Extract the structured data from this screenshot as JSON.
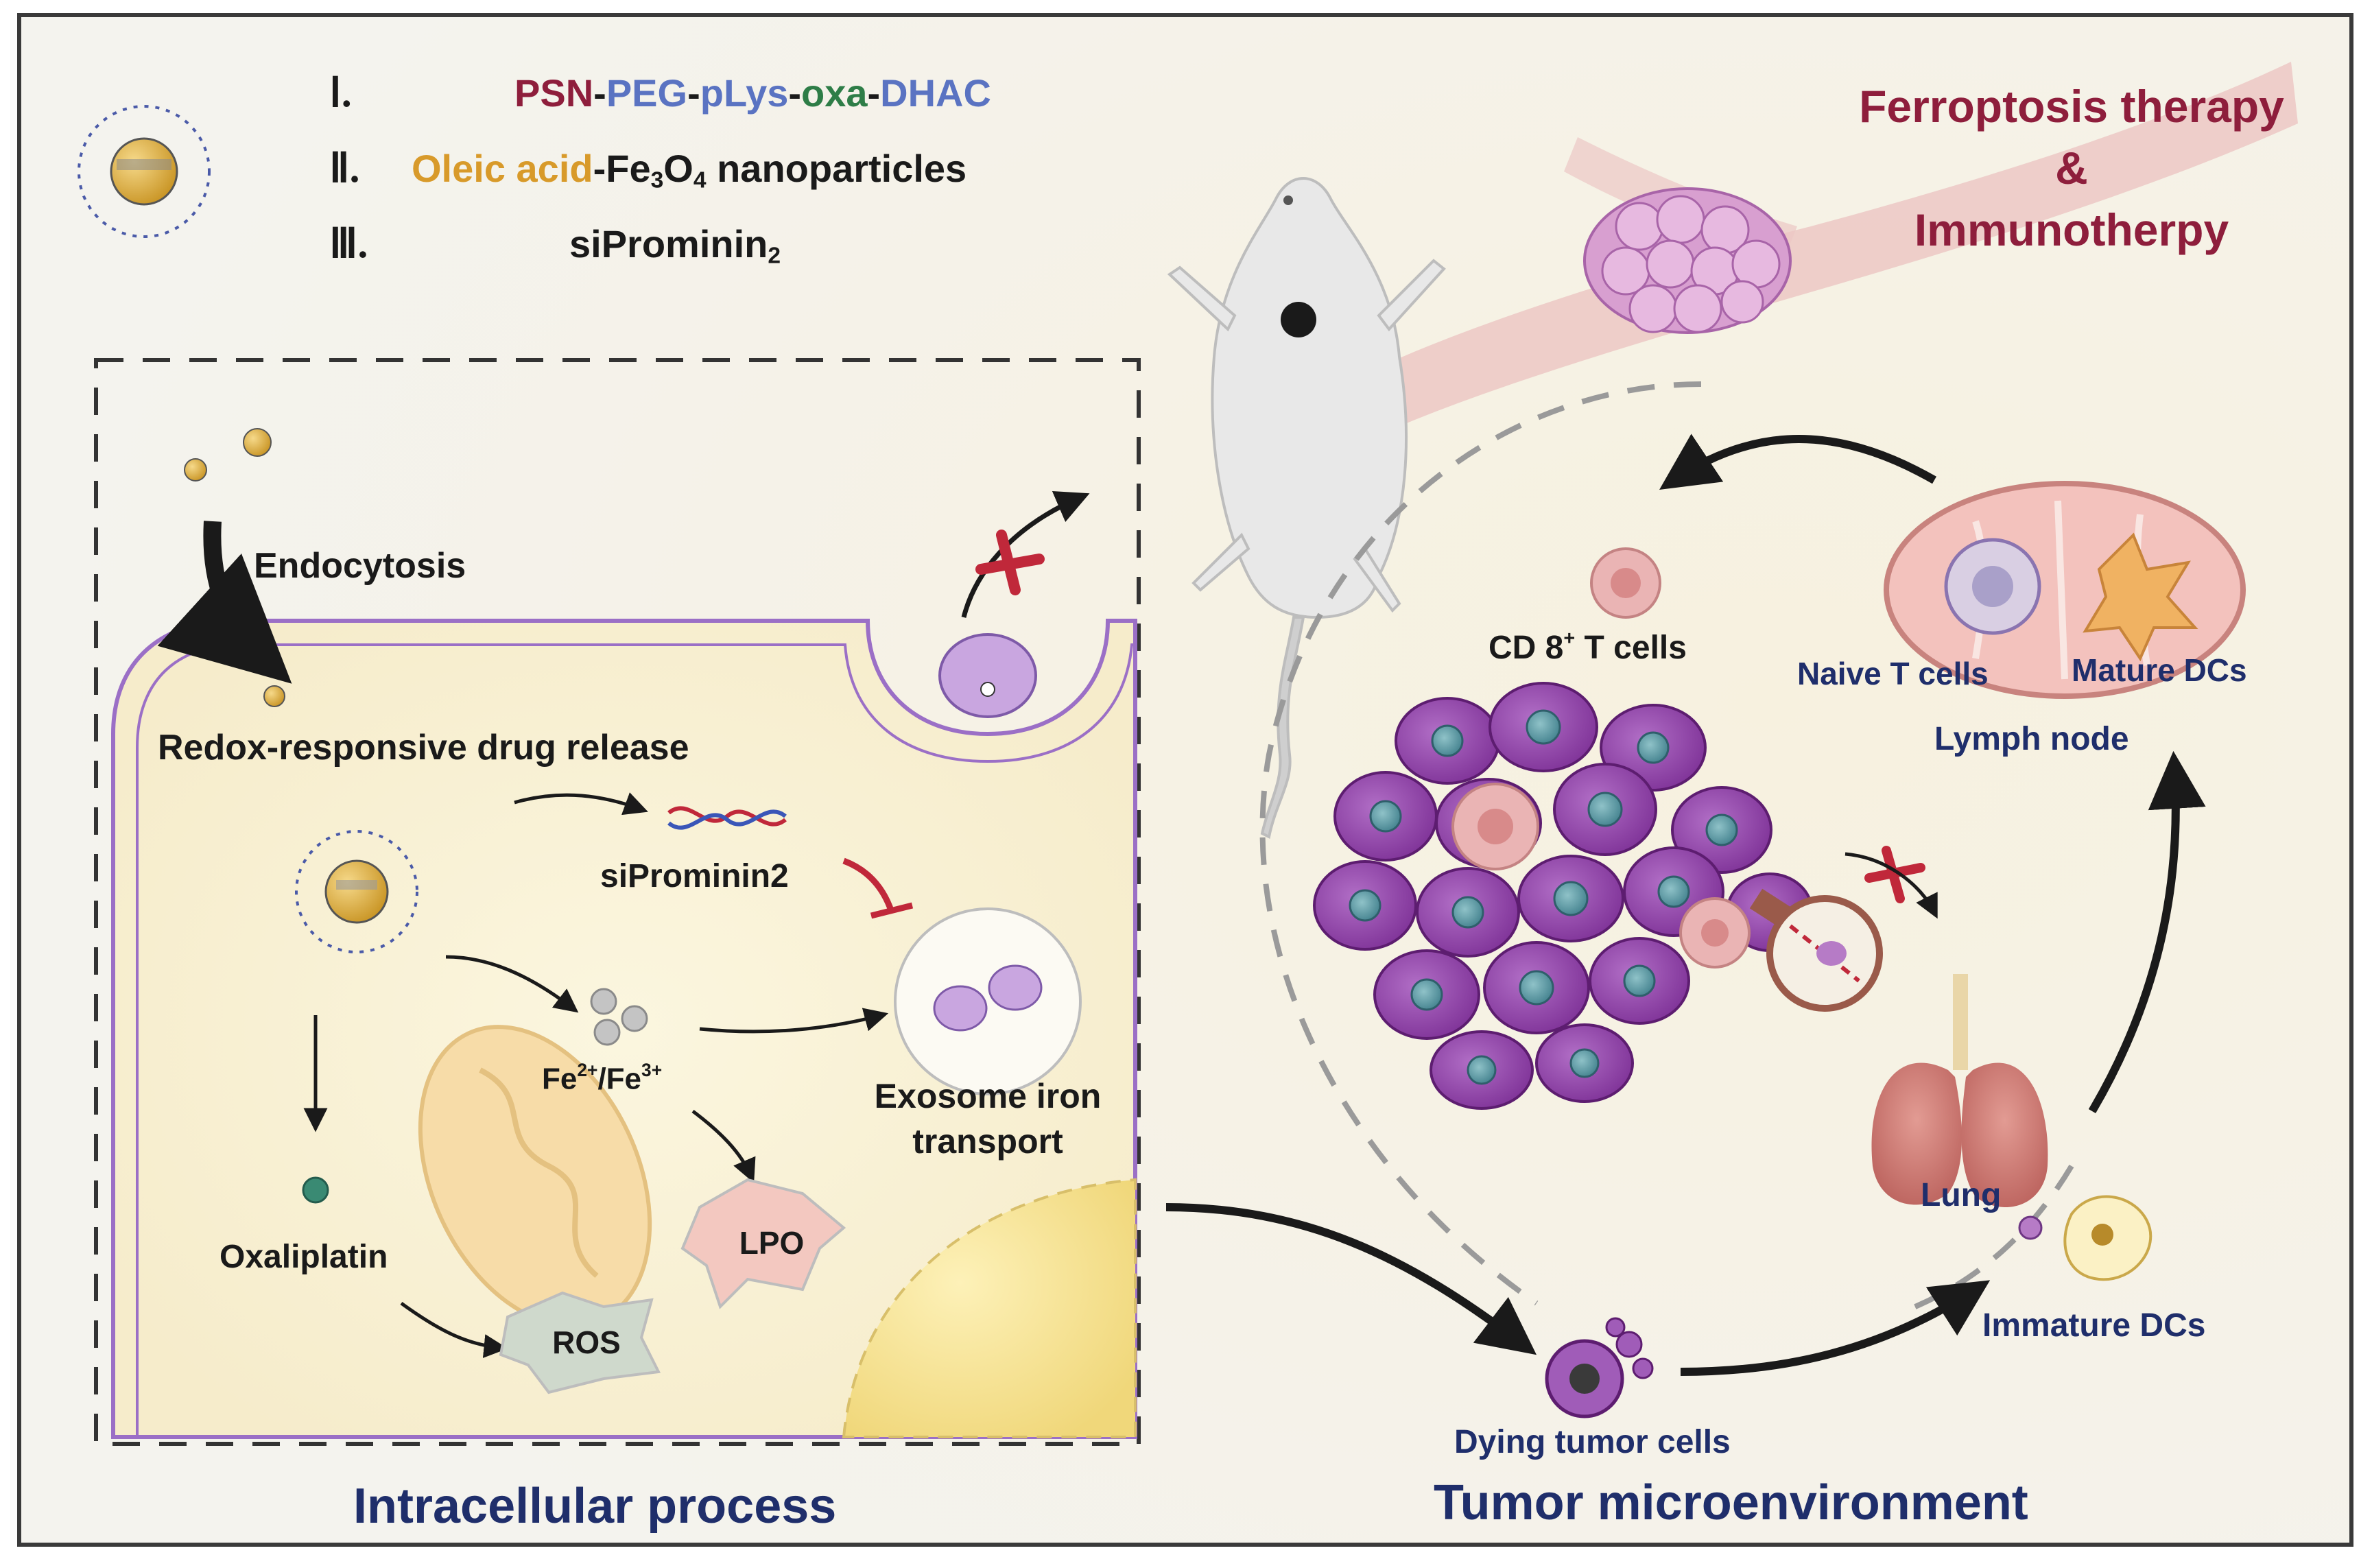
{
  "legend": {
    "row1": {
      "numeral": "Ⅰ.",
      "psn": "PSN",
      "sep1": "-",
      "peg": "PEG",
      "sep2": "-",
      "plys": "pLys",
      "sep3": "-",
      "oxa": "oxa",
      "sep4": "-",
      "dhac": "DHAC"
    },
    "row2": {
      "numeral": "Ⅱ.",
      "oleic": "Oleic acid",
      "sep": "-",
      "fe": "Fe",
      "fe_sub": "3",
      "o": "O",
      "o_sub": "4",
      "rest": " nanoparticles"
    },
    "row3": {
      "numeral": "Ⅲ.",
      "text": "siProminin",
      "sub": "2"
    }
  },
  "therapy": {
    "line1": "Ferroptosis therapy",
    "line2": "&",
    "line3": "Immunotherpy"
  },
  "labels": {
    "endocytosis": "Endocytosis",
    "redox": "Redox-responsive drug release",
    "siprominin2": "siProminin2",
    "fe_base1": "Fe",
    "fe_sup1": "2+",
    "fe_slash": "/Fe",
    "fe_sup2": "3+",
    "exosome_line1": "Exosome iron",
    "exosome_line2": "transport",
    "oxaliplatin": "Oxaliplatin",
    "lpo": "LPO",
    "ros": "ROS",
    "cd8_base": "CD 8",
    "cd8_sup": "+",
    "cd8_rest": " T cells",
    "naive": "Naive T cells",
    "mature": "Mature DCs",
    "lymph": "Lymph node",
    "lung": "Lung",
    "immature": "Immature DCs",
    "dying": "Dying tumor cells",
    "intracellular": "Intracellular process",
    "tme": "Tumor microenvironment"
  },
  "colors": {
    "title_navy": "#1f2e6b",
    "therapy_red": "#8e1e3c",
    "tumor_purple": "#8e3fa6",
    "membrane": "#9b6fc6",
    "inhibit_red": "#c0283a"
  }
}
